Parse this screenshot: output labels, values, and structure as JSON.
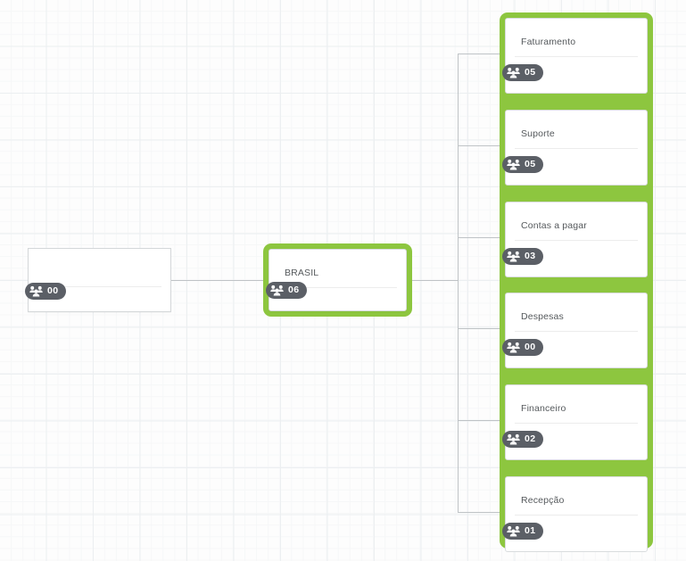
{
  "canvas": {
    "background_color": "#fdfdfd",
    "grid_line_color": "#eceff1",
    "selection_color": "#8dc63f",
    "connector_color": "#bfc3c6",
    "badge_background": "#5b5f66",
    "title_color": "#55595c"
  },
  "icons": {
    "users": "users-icon"
  },
  "nodes": {
    "root": {
      "title": "",
      "count": "00",
      "selected": false
    },
    "country": {
      "title": "BRASIL",
      "count": "06",
      "selected": true
    }
  },
  "departments": {
    "selected": true,
    "items": [
      {
        "title": "Faturamento",
        "count": "05"
      },
      {
        "title": "Suporte",
        "count": "05"
      },
      {
        "title": "Contas a pagar",
        "count": "03"
      },
      {
        "title": "Despesas",
        "count": "00"
      },
      {
        "title": "Financeiro",
        "count": "02"
      },
      {
        "title": "Recepção",
        "count": "01"
      }
    ]
  }
}
